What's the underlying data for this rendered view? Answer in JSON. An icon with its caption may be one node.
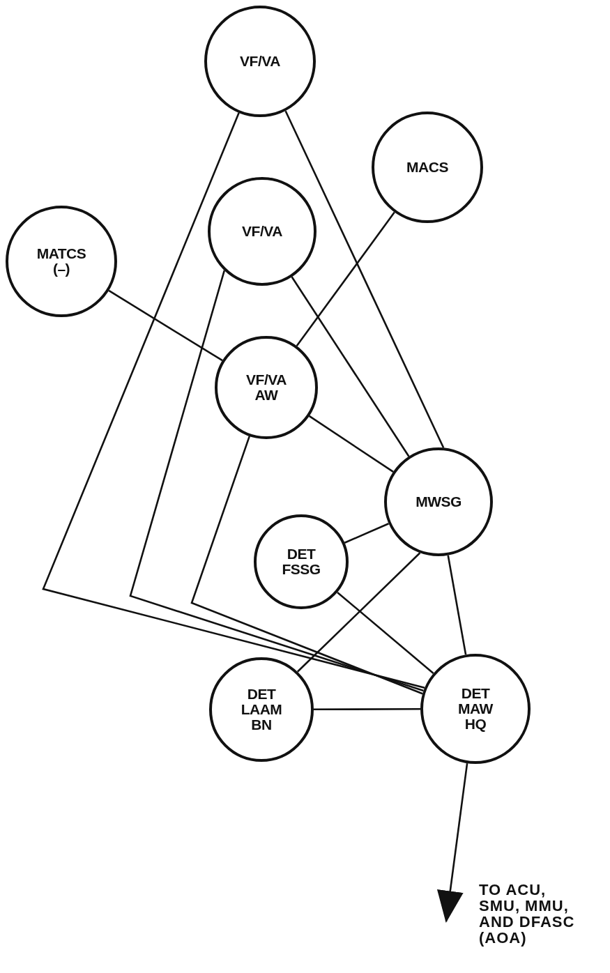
{
  "diagram": {
    "nodes": [
      {
        "text": [
          "VF/VA"
        ]
      },
      {
        "text": [
          "MACS"
        ]
      },
      {
        "text": [
          "VF/VA"
        ]
      },
      {
        "text": [
          "MATCS (–)"
        ]
      },
      {
        "text": [
          "VF/VA AW"
        ]
      },
      {
        "text": [
          "MWSG"
        ]
      },
      {
        "text": [
          "DET FSSG"
        ]
      },
      {
        "text": [
          "DET LAAM BN"
        ]
      },
      {
        "text": [
          "DET MAW HQ"
        ]
      },
      {
        "text": [
          "TO ACU, SMU, MMU, AND DFASC (AOA)"
        ]
      }
    ],
    "edges": [
      {
        "from": 0,
        "to": 8,
        "arrow": "none"
      },
      {
        "from": 0,
        "to": 5,
        "arrow": "none"
      },
      {
        "from": 1,
        "to": 4,
        "arrow": "none"
      },
      {
        "from": 2,
        "to": 5,
        "arrow": "none"
      },
      {
        "from": 2,
        "to": 8,
        "arrow": "none"
      },
      {
        "from": 3,
        "to": 4,
        "arrow": "none"
      },
      {
        "from": 4,
        "to": 8,
        "arrow": "none"
      },
      {
        "from": 4,
        "to": 5,
        "arrow": "none"
      },
      {
        "from": 5,
        "to": 6,
        "arrow": "none"
      },
      {
        "from": 5,
        "to": 7,
        "arrow": "none"
      },
      {
        "from": 6,
        "to": 8,
        "arrow": "none"
      },
      {
        "from": 5,
        "to": 8,
        "arrow": "none"
      },
      {
        "from": 7,
        "to": 8,
        "arrow": "none"
      },
      {
        "from": 8,
        "to": 9,
        "arrow": "to"
      }
    ]
  }
}
